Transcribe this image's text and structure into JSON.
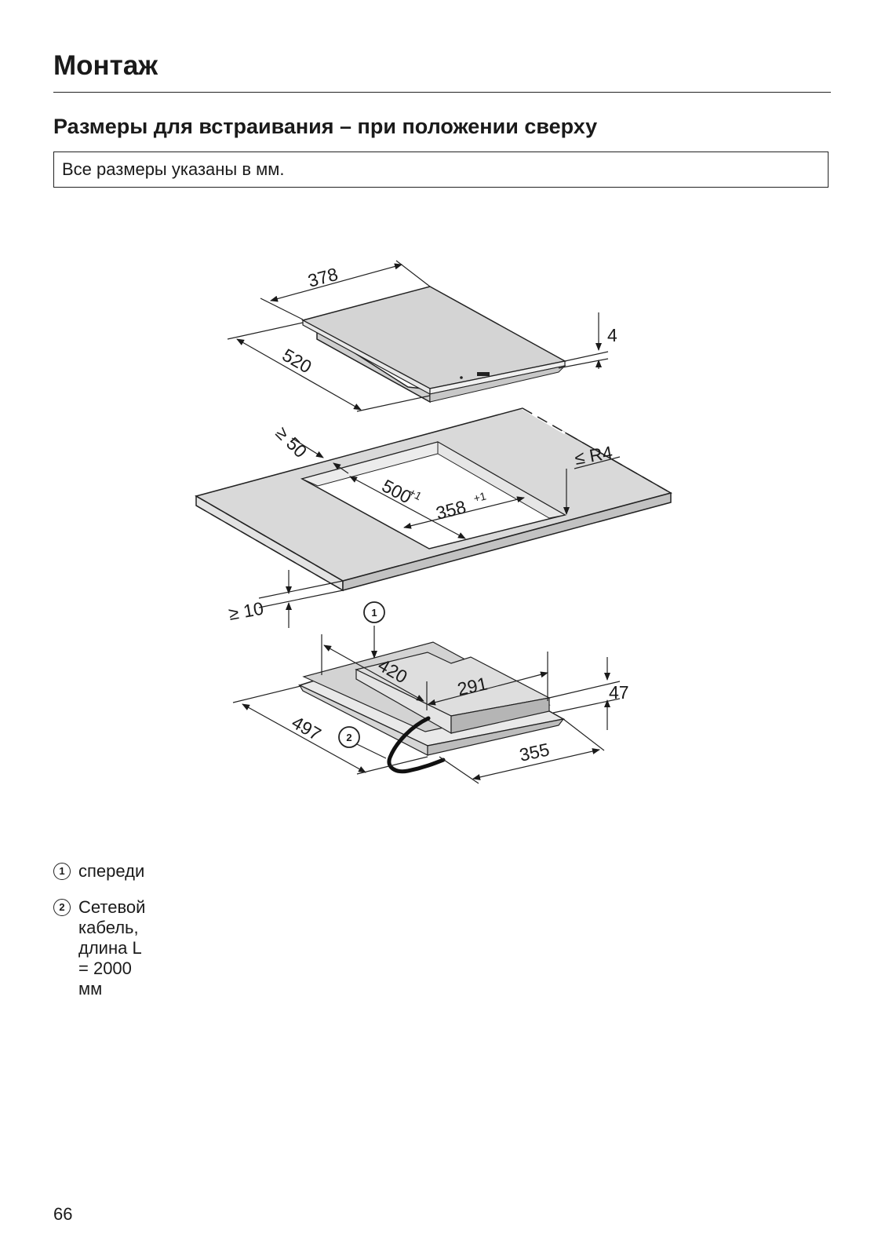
{
  "page": {
    "section_title": "Монтаж",
    "subtitle": "Размеры для встраивания – при положении сверху",
    "note": "Все размеры указаны в мм.",
    "page_number": "66"
  },
  "figure": {
    "hob": {
      "width": "378",
      "depth": "520",
      "thickness": "4"
    },
    "cutout": {
      "edge_distance": "≥ 50",
      "depth": "500",
      "depth_tolerance": "+1",
      "width": "358",
      "width_tolerance": "+1",
      "corner_radius": "≤ R4",
      "worktop_thickness": "≥ 10"
    },
    "underside": {
      "marker_front": "1",
      "marker_cable": "2",
      "dim_420": "420",
      "dim_291": "291",
      "height": "47",
      "depth": "497",
      "width": "355"
    }
  },
  "legend": [
    {
      "number": "1",
      "text": "спереди"
    },
    {
      "number": "2",
      "text": "Сетевой кабель, длина L = 2000 мм"
    }
  ]
}
